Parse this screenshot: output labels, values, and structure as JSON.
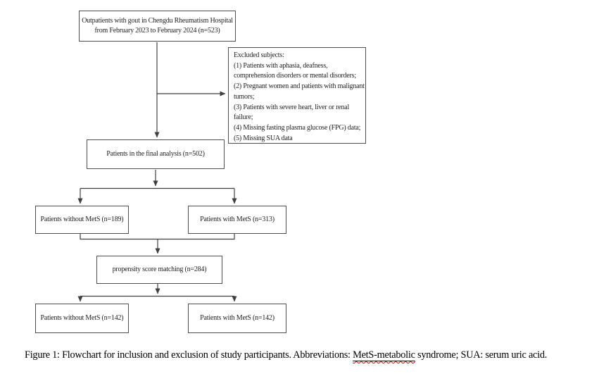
{
  "figure": {
    "type": "flowchart",
    "nodes": {
      "outpatients": {
        "lines": [
          "Outpatients with gout in Chengdu Rheumatism Hospital",
          "from February 2023 to February 2024 (n=523)"
        ]
      },
      "excluded": {
        "lines": [
          "Excluded subjects:",
          "(1) Patients with aphasia, deafness,",
          "comprehension disorders or mental disorders;",
          "(2) Pregnant women and patients with malignant",
          "tumors;",
          "(3) Patients with severe heart, liver or renal",
          "failure;",
          "(4) Missing fasting plasma glucose (FPG) data;",
          "(5) Missing SUA data"
        ]
      },
      "final_analysis": {
        "text": "Patients in the final analysis (n=502)"
      },
      "without_mets": {
        "text": "Patients without MetS (n=189)"
      },
      "with_mets": {
        "text": "Patients with MetS (n=313)"
      },
      "propensity": {
        "text": "propensity score matching (n=284)"
      },
      "without_mets_matched": {
        "text": "Patients without MetS (n=142)"
      },
      "with_mets_matched": {
        "text": "Patients with MetS (n=142)"
      }
    },
    "caption": {
      "prefix": "Figure 1: Flowchart for inclusion and exclusion of study participants. Abbreviations: ",
      "misspelled_term": "MetS-metabolic",
      "suffix": " syndrome; SUA: serum uric acid."
    },
    "colors": {
      "box_border": "#4e4e4e",
      "connector": "#3f3f3f",
      "text": "#1f1f1f",
      "spellcheck_underline": "#e00000"
    }
  }
}
